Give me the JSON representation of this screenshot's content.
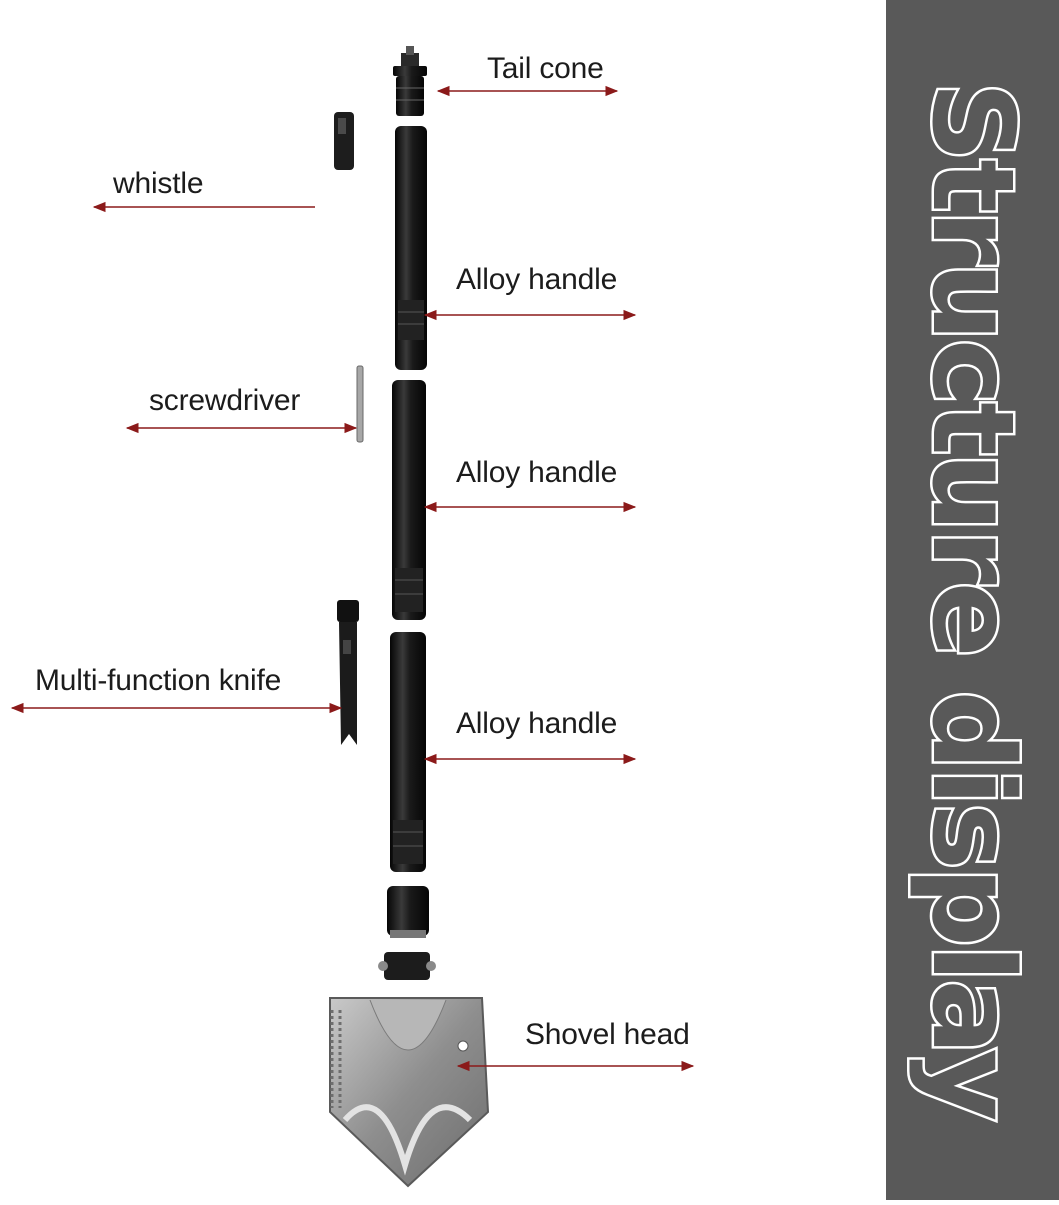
{
  "labels": {
    "tail_cone": "Tail cone",
    "whistle": "whistle",
    "alloy_handle_1": "Alloy handle",
    "screwdriver": "screwdriver",
    "alloy_handle_2": "Alloy handle",
    "multi_function_knife": "Multi-function knife",
    "alloy_handle_3": "Alloy handle",
    "shovel_head": "Shovel head"
  },
  "side_title": "Structure display",
  "colors": {
    "arrow": "#8b1a1a",
    "panel": "#595959",
    "handle_dark": "#141414",
    "blade_steel": "#9a9a9a"
  }
}
